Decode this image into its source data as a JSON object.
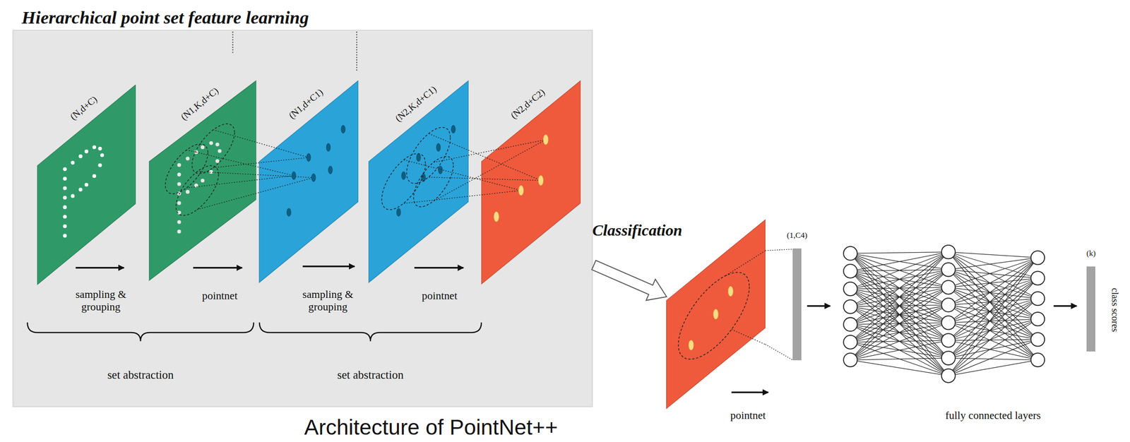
{
  "diagram": {
    "caption": "Architecture of PointNet++",
    "nodes": [
      {
        "text": [
          "Hierarchical point set feature learning"
        ]
      },
      {
        "text": [
          "(N,d+C)"
        ],
        "in": 0
      },
      {
        "text": [
          "(N1,K,d+C)"
        ],
        "in": 0
      },
      {
        "text": [
          "(N1,d+C1)"
        ],
        "in": 0
      },
      {
        "text": [
          "(N2,K,d+C1)"
        ],
        "in": 0
      },
      {
        "text": [
          "(N2,d+C2)"
        ],
        "in": 0
      },
      {
        "text": [
          "Classification"
        ]
      },
      {
        "text": [
          "(1,C4)"
        ]
      },
      {
        "text": [
          "(k)"
        ]
      }
    ],
    "edges": [
      {
        "from": 0,
        "to": 6,
        "arrow": "to"
      },
      {
        "from": 6,
        "to": 7,
        "arrow": "none"
      }
    ],
    "labels": [
      "sampling & grouping",
      "pointnet",
      "sampling & grouping",
      "pointnet",
      "set abstraction",
      "set abstraction",
      "pointnet",
      "fully connected layers",
      "class scores"
    ]
  }
}
